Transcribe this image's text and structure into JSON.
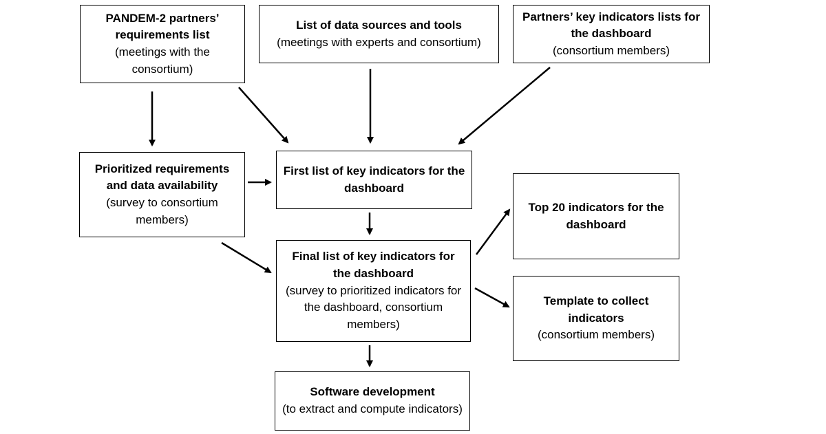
{
  "diagram": {
    "nodes": {
      "pandem_requirements": {
        "title": "PANDEM-2 partners’ requirements list",
        "subtitle": "(meetings with the consortium)"
      },
      "data_sources": {
        "title": "List of data sources and tools",
        "subtitle": "(meetings with experts and consortium)"
      },
      "partners_indicators": {
        "title": "Partners’ key indicators lists for the dashboard",
        "subtitle": "(consortium members)"
      },
      "prioritized_requirements": {
        "title": "Prioritized requirements and data availability",
        "subtitle": "(survey to consortium members)"
      },
      "first_list": {
        "title": "First list of key indicators for the dashboard",
        "subtitle": ""
      },
      "top20": {
        "title": "Top 20 indicators for the dashboard",
        "subtitle": ""
      },
      "final_list": {
        "title": "Final list of key indicators for the dashboard",
        "subtitle": "(survey to prioritized indicators for the dashboard, consortium members)"
      },
      "template": {
        "title": "Template to collect indicators",
        "subtitle": "(consortium members)"
      },
      "software": {
        "title": "Software development",
        "subtitle": "(to extract and compute indicators)"
      }
    },
    "edges": [
      {
        "from": "pandem_requirements",
        "to": "prioritized_requirements"
      },
      {
        "from": "pandem_requirements",
        "to": "first_list"
      },
      {
        "from": "data_sources",
        "to": "first_list"
      },
      {
        "from": "partners_indicators",
        "to": "first_list"
      },
      {
        "from": "prioritized_requirements",
        "to": "first_list"
      },
      {
        "from": "first_list",
        "to": "final_list"
      },
      {
        "from": "prioritized_requirements",
        "to": "final_list"
      },
      {
        "from": "final_list",
        "to": "top20"
      },
      {
        "from": "final_list",
        "to": "template"
      },
      {
        "from": "final_list",
        "to": "software"
      }
    ],
    "colors": {
      "stroke": "#000000",
      "background": "#ffffff"
    }
  }
}
